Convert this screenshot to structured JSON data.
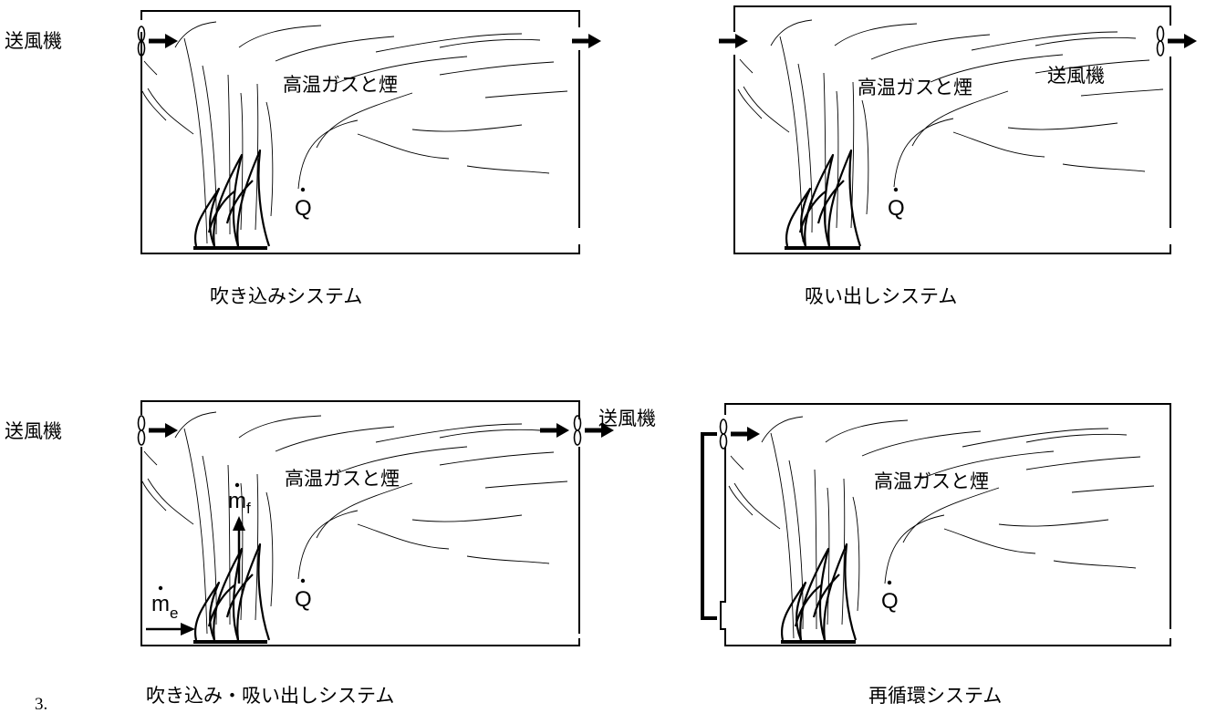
{
  "panels": [
    {
      "id": "supply",
      "caption": "吹き込みシステム",
      "gas_label": "高温ガスと煙",
      "heat_label": "Q",
      "fan_label": "送風機",
      "fan_label_side": "outside-left"
    },
    {
      "id": "exhaust",
      "caption": "吸い出しシステム",
      "gas_label": "高温ガスと煙",
      "heat_label": "Q",
      "fan_label": "送風機",
      "fan_label_side": "inside-right"
    },
    {
      "id": "supply-exhaust",
      "caption": "吹き込み・吸い出しシステム",
      "gas_label": "高温ガスと煙",
      "heat_label": "Q",
      "fan_label": "送風機",
      "fan_label_2": "送風機",
      "mf_label": "m",
      "mf_sub": "f",
      "me_label": "m",
      "me_sub": "e"
    },
    {
      "id": "recirculation",
      "caption": "再循環システム",
      "gas_label": "高温ガスと煙",
      "heat_label": "Q"
    }
  ],
  "figure_number": "3."
}
